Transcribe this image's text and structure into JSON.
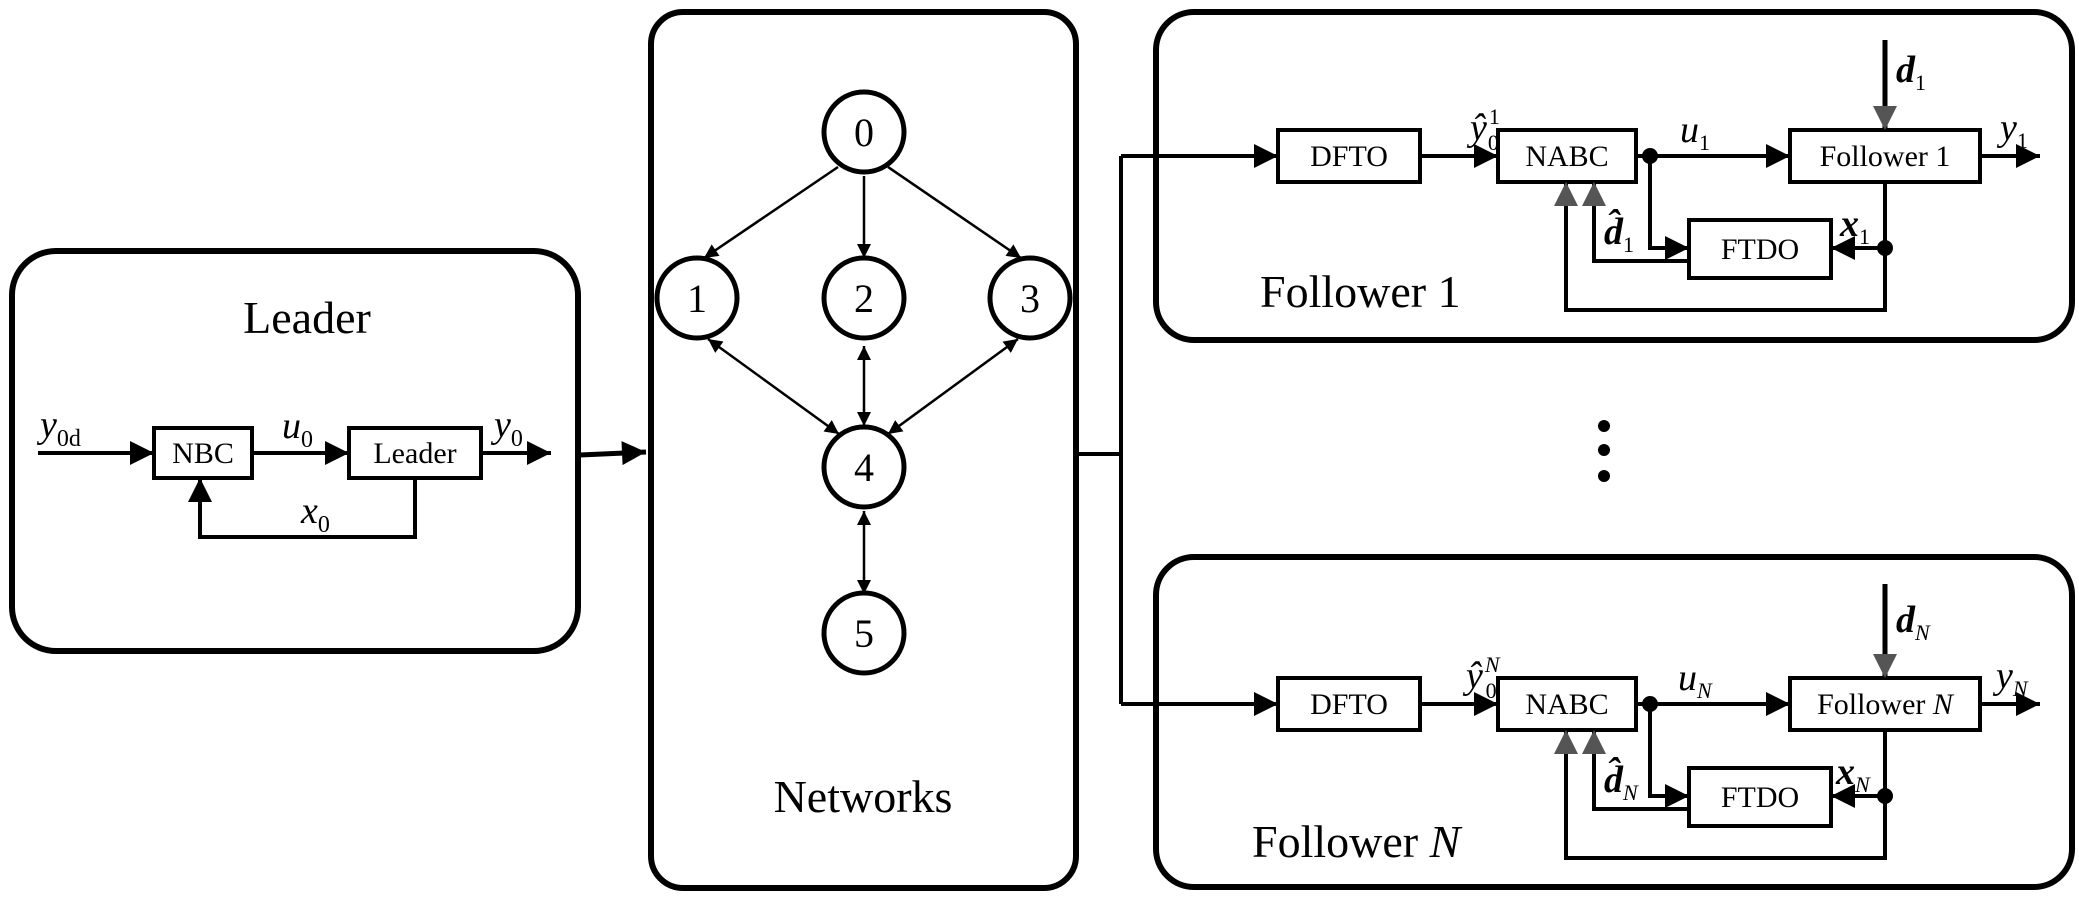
{
  "leader": {
    "title": "Leader",
    "nbc": "NBC",
    "block": "Leader",
    "y0d": {
      "base": "y",
      "sub": "0d"
    },
    "u0": {
      "base": "u",
      "sub": "0"
    },
    "y0": {
      "base": "y",
      "sub": "0"
    },
    "x0": {
      "base": "x",
      "sub": "0"
    }
  },
  "network": {
    "title": "Networks",
    "nodes": [
      "0",
      "1",
      "2",
      "3",
      "4",
      "5"
    ]
  },
  "follower1": {
    "title": "Follower 1",
    "dfto": "DFTO",
    "nabc": "NABC",
    "block": "Follower 1",
    "ftdo": "FTDO",
    "yhat": {
      "base": "ŷ",
      "sub": "0",
      "sup": "1"
    },
    "u": {
      "base": "u",
      "sub": "1"
    },
    "y": {
      "base": "y",
      "sub": "1"
    },
    "d": {
      "base": "d",
      "sub": "1"
    },
    "dhat": {
      "base": "d̂",
      "sub": "1"
    },
    "x": {
      "base": "x",
      "sub": "1"
    }
  },
  "followerN": {
    "title_prefix": "Follower ",
    "title_var": "N",
    "dfto": "DFTO",
    "nabc": "NABC",
    "block_prefix": "Follower ",
    "block_var": "N",
    "ftdo": "FTDO",
    "yhat": {
      "base": "ŷ",
      "sub": "0",
      "sup": "N"
    },
    "u": {
      "base": "u",
      "sub": "N"
    },
    "y": {
      "base": "y",
      "sub": "N"
    },
    "d": {
      "base": "d",
      "sub": "N"
    },
    "dhat": {
      "base": "d̂",
      "sub": "N"
    },
    "x": {
      "base": "x",
      "sub": "N"
    }
  }
}
